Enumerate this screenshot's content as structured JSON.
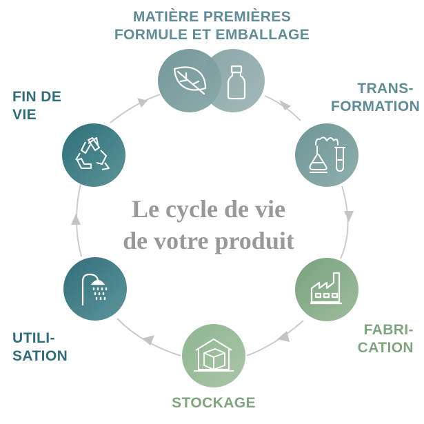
{
  "diagram": {
    "title_lines": [
      "Le cycle de vie",
      "de votre produit"
    ],
    "stages": [
      {
        "id": "matieres",
        "lines": [
          "MATIÈRE PREMIÈRES",
          "FORMULE ET EMBALLAGE"
        ],
        "icons": [
          "leaf-icon",
          "bottle-icon"
        ],
        "color": "#7d9ea0"
      },
      {
        "id": "transformation",
        "lines": [
          "TRANS-",
          "FORMATION"
        ],
        "icons": [
          "lab-flask-icon"
        ],
        "color": "#7c9fa0"
      },
      {
        "id": "fabrication",
        "lines": [
          "FABRI-",
          "CATION"
        ],
        "icons": [
          "factory-icon"
        ],
        "color": "#86aa86"
      },
      {
        "id": "stockage",
        "lines": [
          "STOCKAGE"
        ],
        "icons": [
          "warehouse-box-icon"
        ],
        "color": "#8db58f"
      },
      {
        "id": "utilisation",
        "lines": [
          "UTILI-",
          "SATION"
        ],
        "icons": [
          "shower-icon"
        ],
        "color": "#3f7f88"
      },
      {
        "id": "fin-de-vie",
        "lines": [
          "FIN DE",
          "VIE"
        ],
        "icons": [
          "recycle-icon"
        ],
        "color": "#3e8088"
      }
    ],
    "colors": {
      "title": "#999999",
      "arrow": "#c8c8c8",
      "label_teal": "#5f8c96",
      "label_green": "#7fa47e",
      "label_dark_teal": "#2f6d78"
    }
  }
}
